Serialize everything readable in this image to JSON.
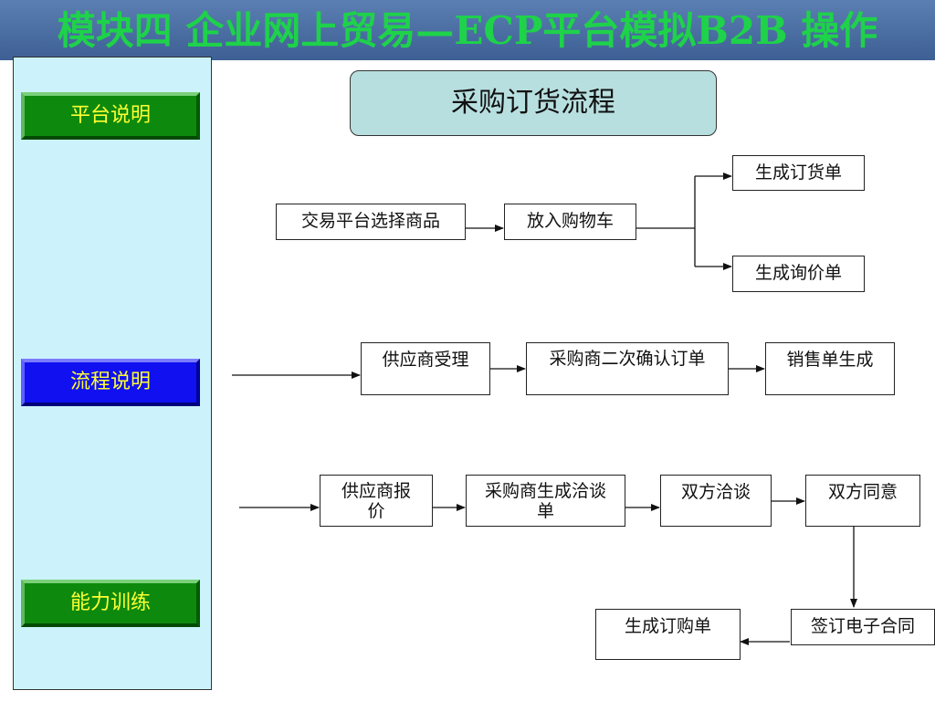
{
  "header": {
    "title": "模块四  企业网上贸易—ECP平台模拟B2B 操作"
  },
  "sidebar": {
    "buttons": [
      {
        "label": "平台说明"
      },
      {
        "label": "流程说明"
      },
      {
        "label": "能力训练"
      }
    ]
  },
  "colors": {
    "header_bg": "#4a6ea3",
    "title_text": "#1ed24a",
    "sidebar_bg": "#ccf3fb",
    "button_green": "#0d8a0d",
    "button_blue": "#1010f0",
    "button_text": "#ffff33",
    "title_box_bg": "#b8dfe0"
  },
  "diagram": {
    "title": "采购订货流程",
    "nodes": {
      "select_goods": "交易平台选择商品",
      "add_cart": "放入购物车",
      "gen_order": "生成订货单",
      "gen_inquiry": "生成询价单",
      "supplier_accept": "供应商受理",
      "buyer_confirm": "采购商二次确认订单",
      "sales_order": "销售单生成",
      "supplier_quote": "供应商报价",
      "buyer_negotiation": "采购商生成洽谈单",
      "negotiate": "双方洽谈",
      "agree": "双方同意",
      "sign_contract": "签订电子合同",
      "gen_purchase": "生成订购单"
    }
  }
}
